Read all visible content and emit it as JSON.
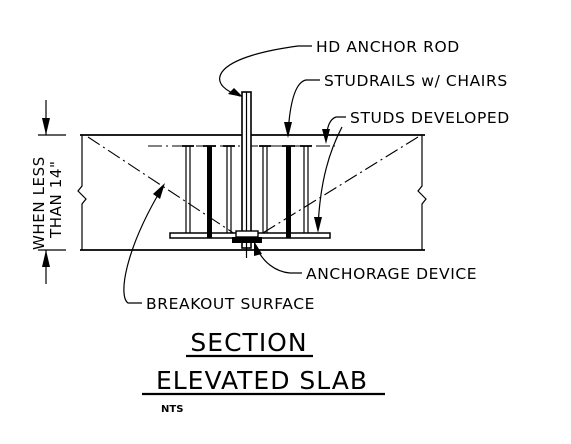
{
  "labels": {
    "hd_anchor_rod": "HD ANCHOR ROD",
    "studrails": "STUDRAILS w/ CHAIRS",
    "studs_developed": "STUDS DEVELOPED",
    "anchorage_device": "ANCHORAGE DEVICE",
    "breakout_surface": "BREAKOUT SURFACE",
    "thickness_line1": "WHEN LESS",
    "thickness_line2": "THAN 14\""
  },
  "title": {
    "line1": "SECTION",
    "line2": "ELEVATED SLAB",
    "scale": "NTS"
  }
}
